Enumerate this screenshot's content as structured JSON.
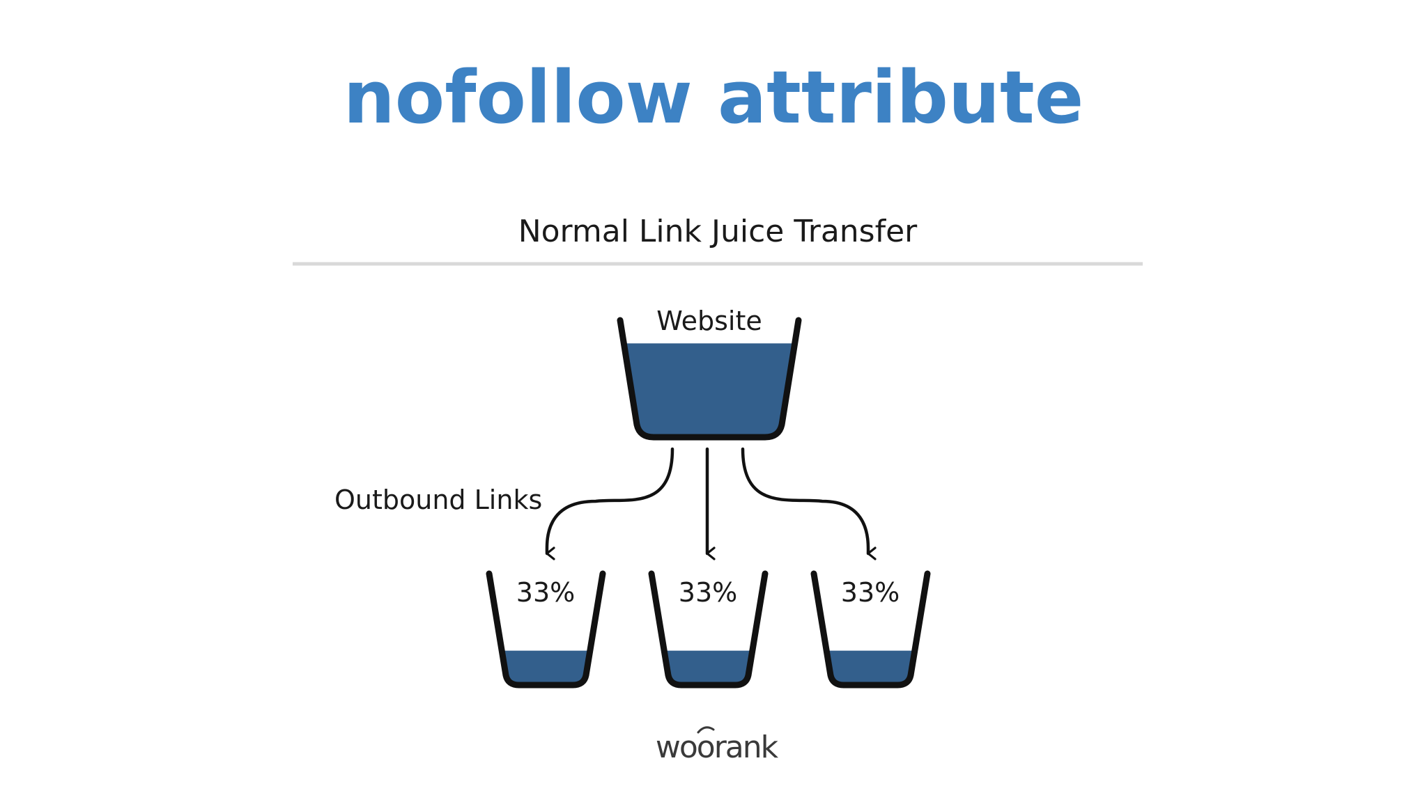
{
  "title": "nofollow attribute",
  "diagram": {
    "subtitle": "Normal Link Juice Transfer",
    "source_label": "Website",
    "links_label": "Outbound Links",
    "water_color": "#335f8c",
    "outline_color": "#111111",
    "title_color": "#3d82c4",
    "source_fill_level": 0.8,
    "targets": [
      {
        "label": "33%",
        "fill_level": 0.3
      },
      {
        "label": "33%",
        "fill_level": 0.3
      },
      {
        "label": "33%",
        "fill_level": 0.3
      }
    ],
    "logo_text": "woorank"
  }
}
